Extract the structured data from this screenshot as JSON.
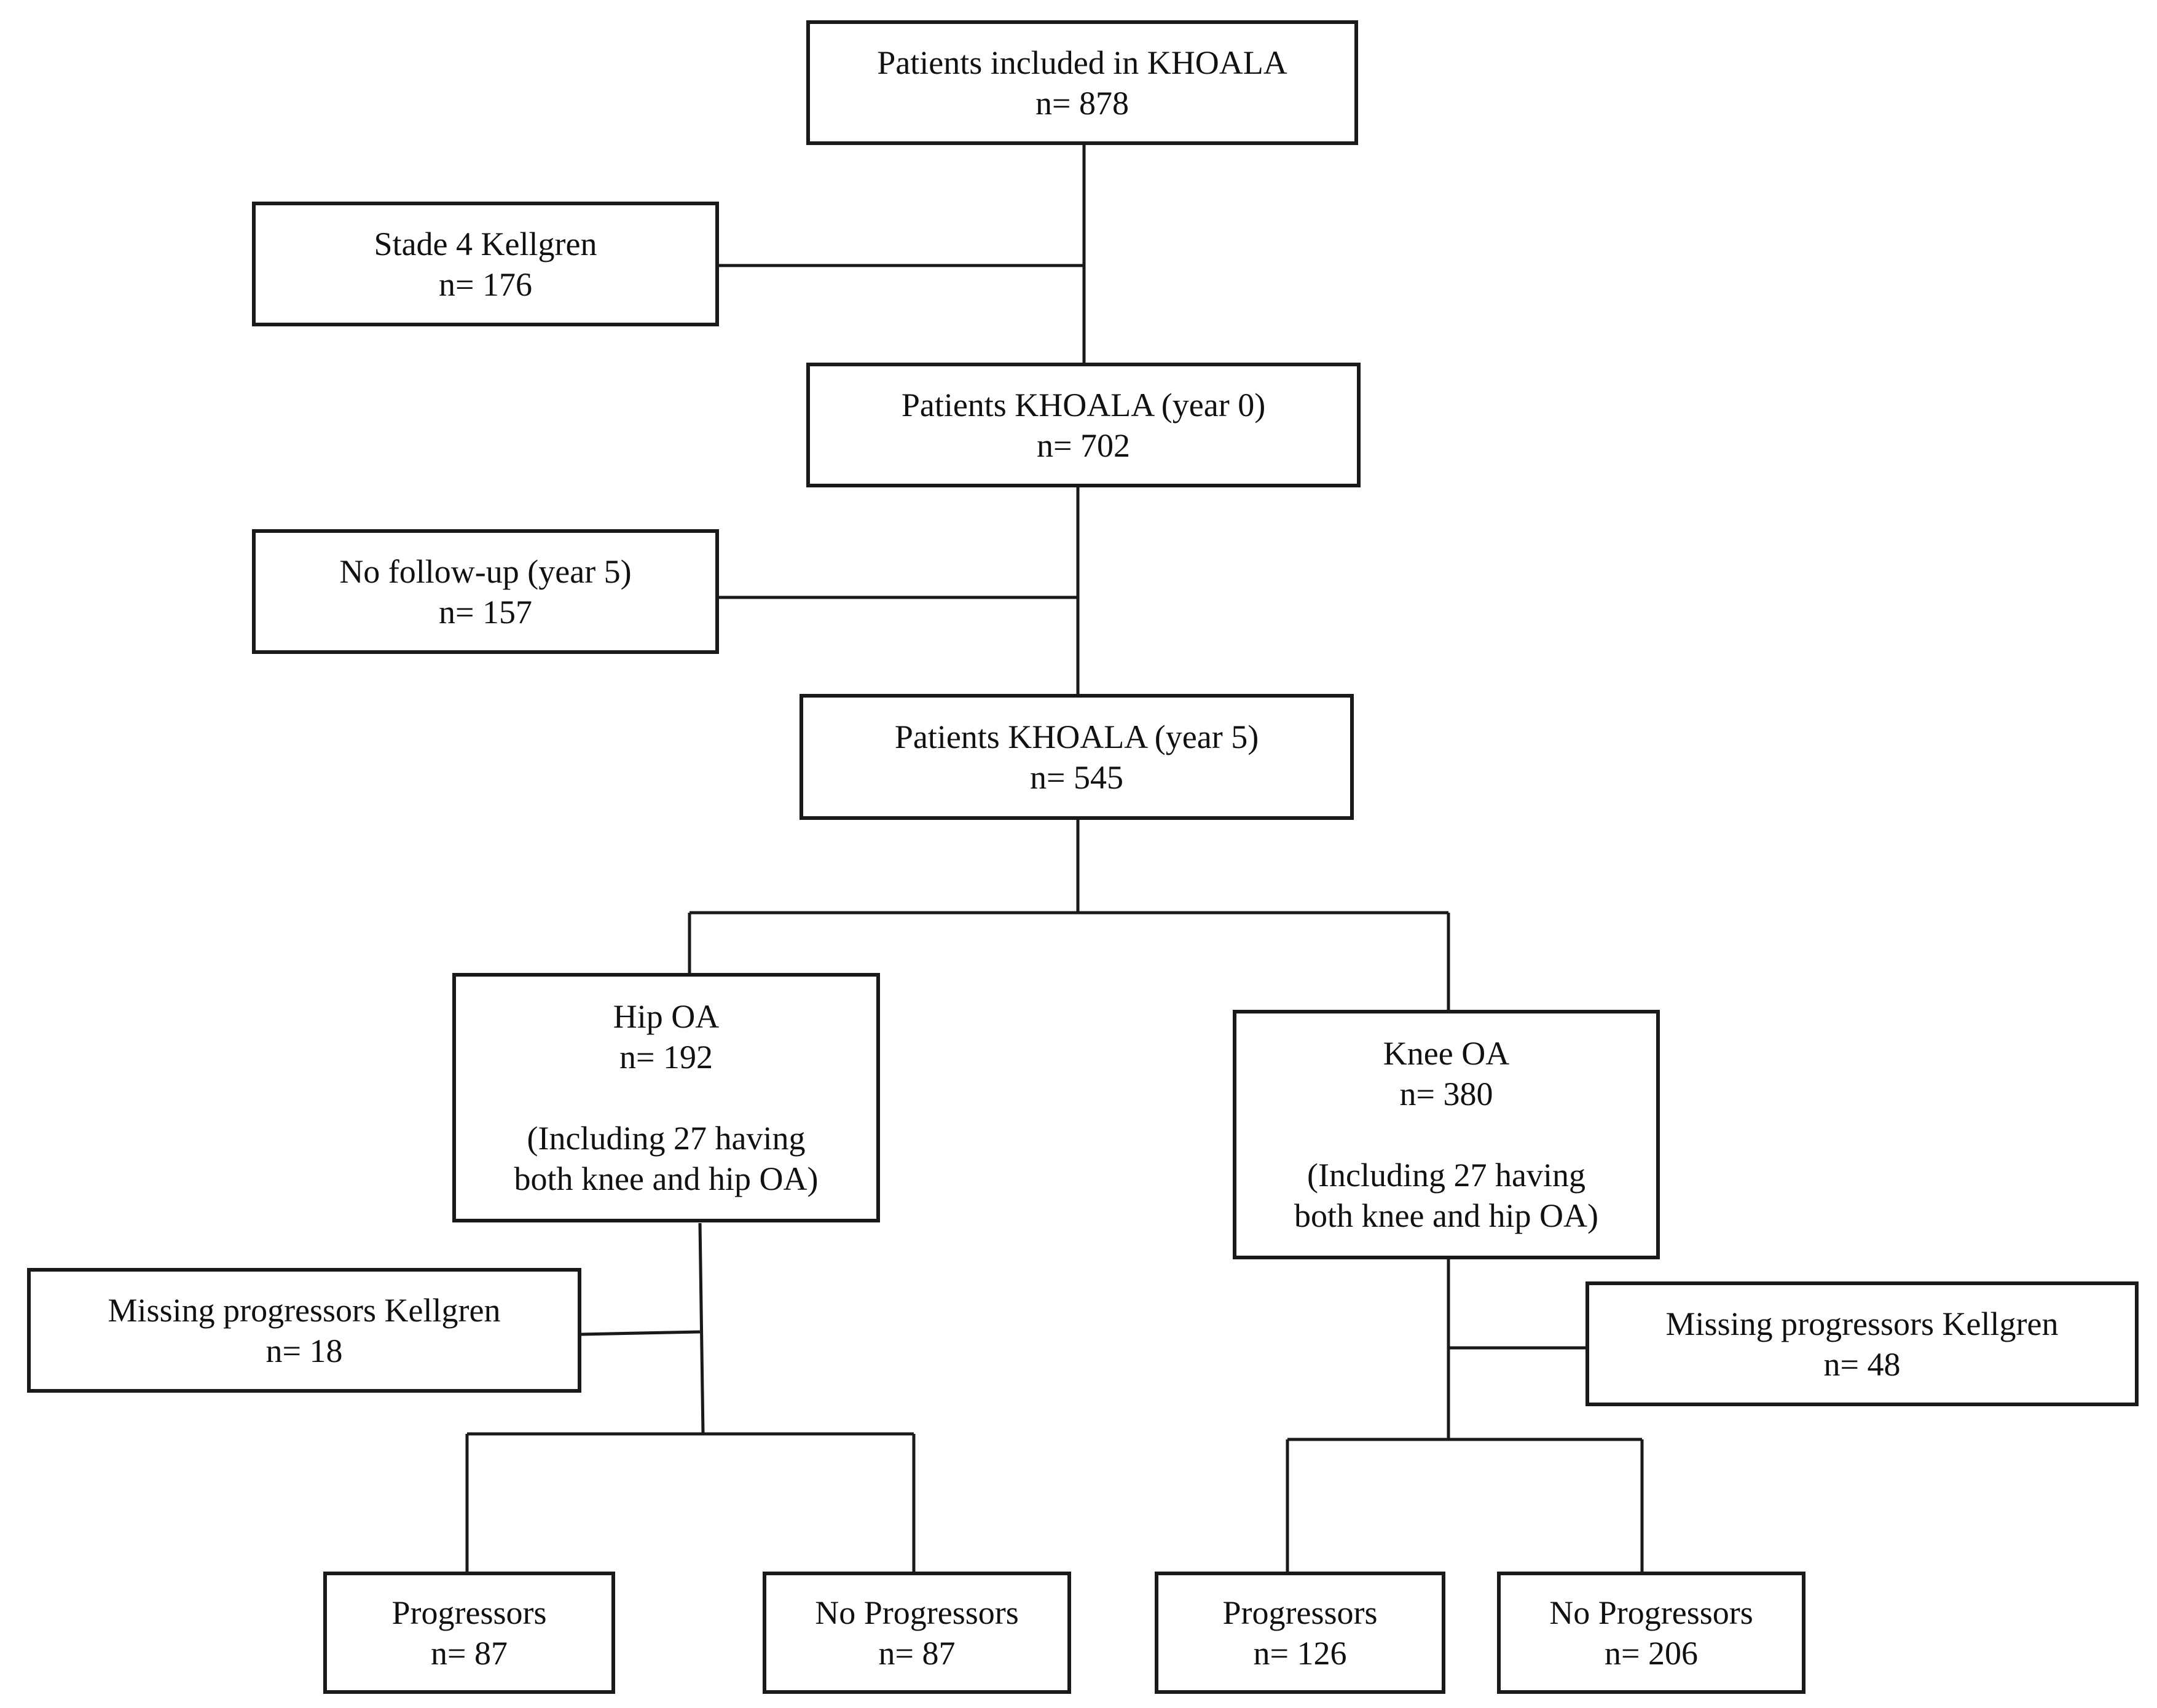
{
  "boxes": {
    "included": {
      "title": "Patients included in KHOALA",
      "count": "n= 878"
    },
    "stade4": {
      "title": "Stade 4 Kellgren",
      "count": "n= 176"
    },
    "year0": {
      "title": "Patients KHOALA (year 0)",
      "count": "n= 702"
    },
    "no_followup": {
      "title": "No follow-up (year 5)",
      "count": "n= 157"
    },
    "year5": {
      "title": "Patients KHOALA (year 5)",
      "count": "n= 545"
    },
    "hip": {
      "title": "Hip OA",
      "count": "n= 192",
      "note_line1": "(Including 27 having",
      "note_line2": "both knee and hip OA)"
    },
    "knee": {
      "title": "Knee OA",
      "count": "n= 380",
      "note_line1": "(Including 27 having",
      "note_line2": "both knee and hip OA)"
    },
    "hip_missing": {
      "title": "Missing progressors Kellgren",
      "count": "n= 18"
    },
    "knee_missing": {
      "title": "Missing progressors Kellgren",
      "count": "n= 48"
    },
    "hip_progressors": {
      "title": "Progressors",
      "count": "n= 87"
    },
    "hip_no_progressors": {
      "title": "No Progressors",
      "count": "n= 87"
    },
    "knee_progressors": {
      "title": "Progressors",
      "count": "n= 126"
    },
    "knee_no_progressors": {
      "title": "No Progressors",
      "count": "n= 206"
    }
  }
}
